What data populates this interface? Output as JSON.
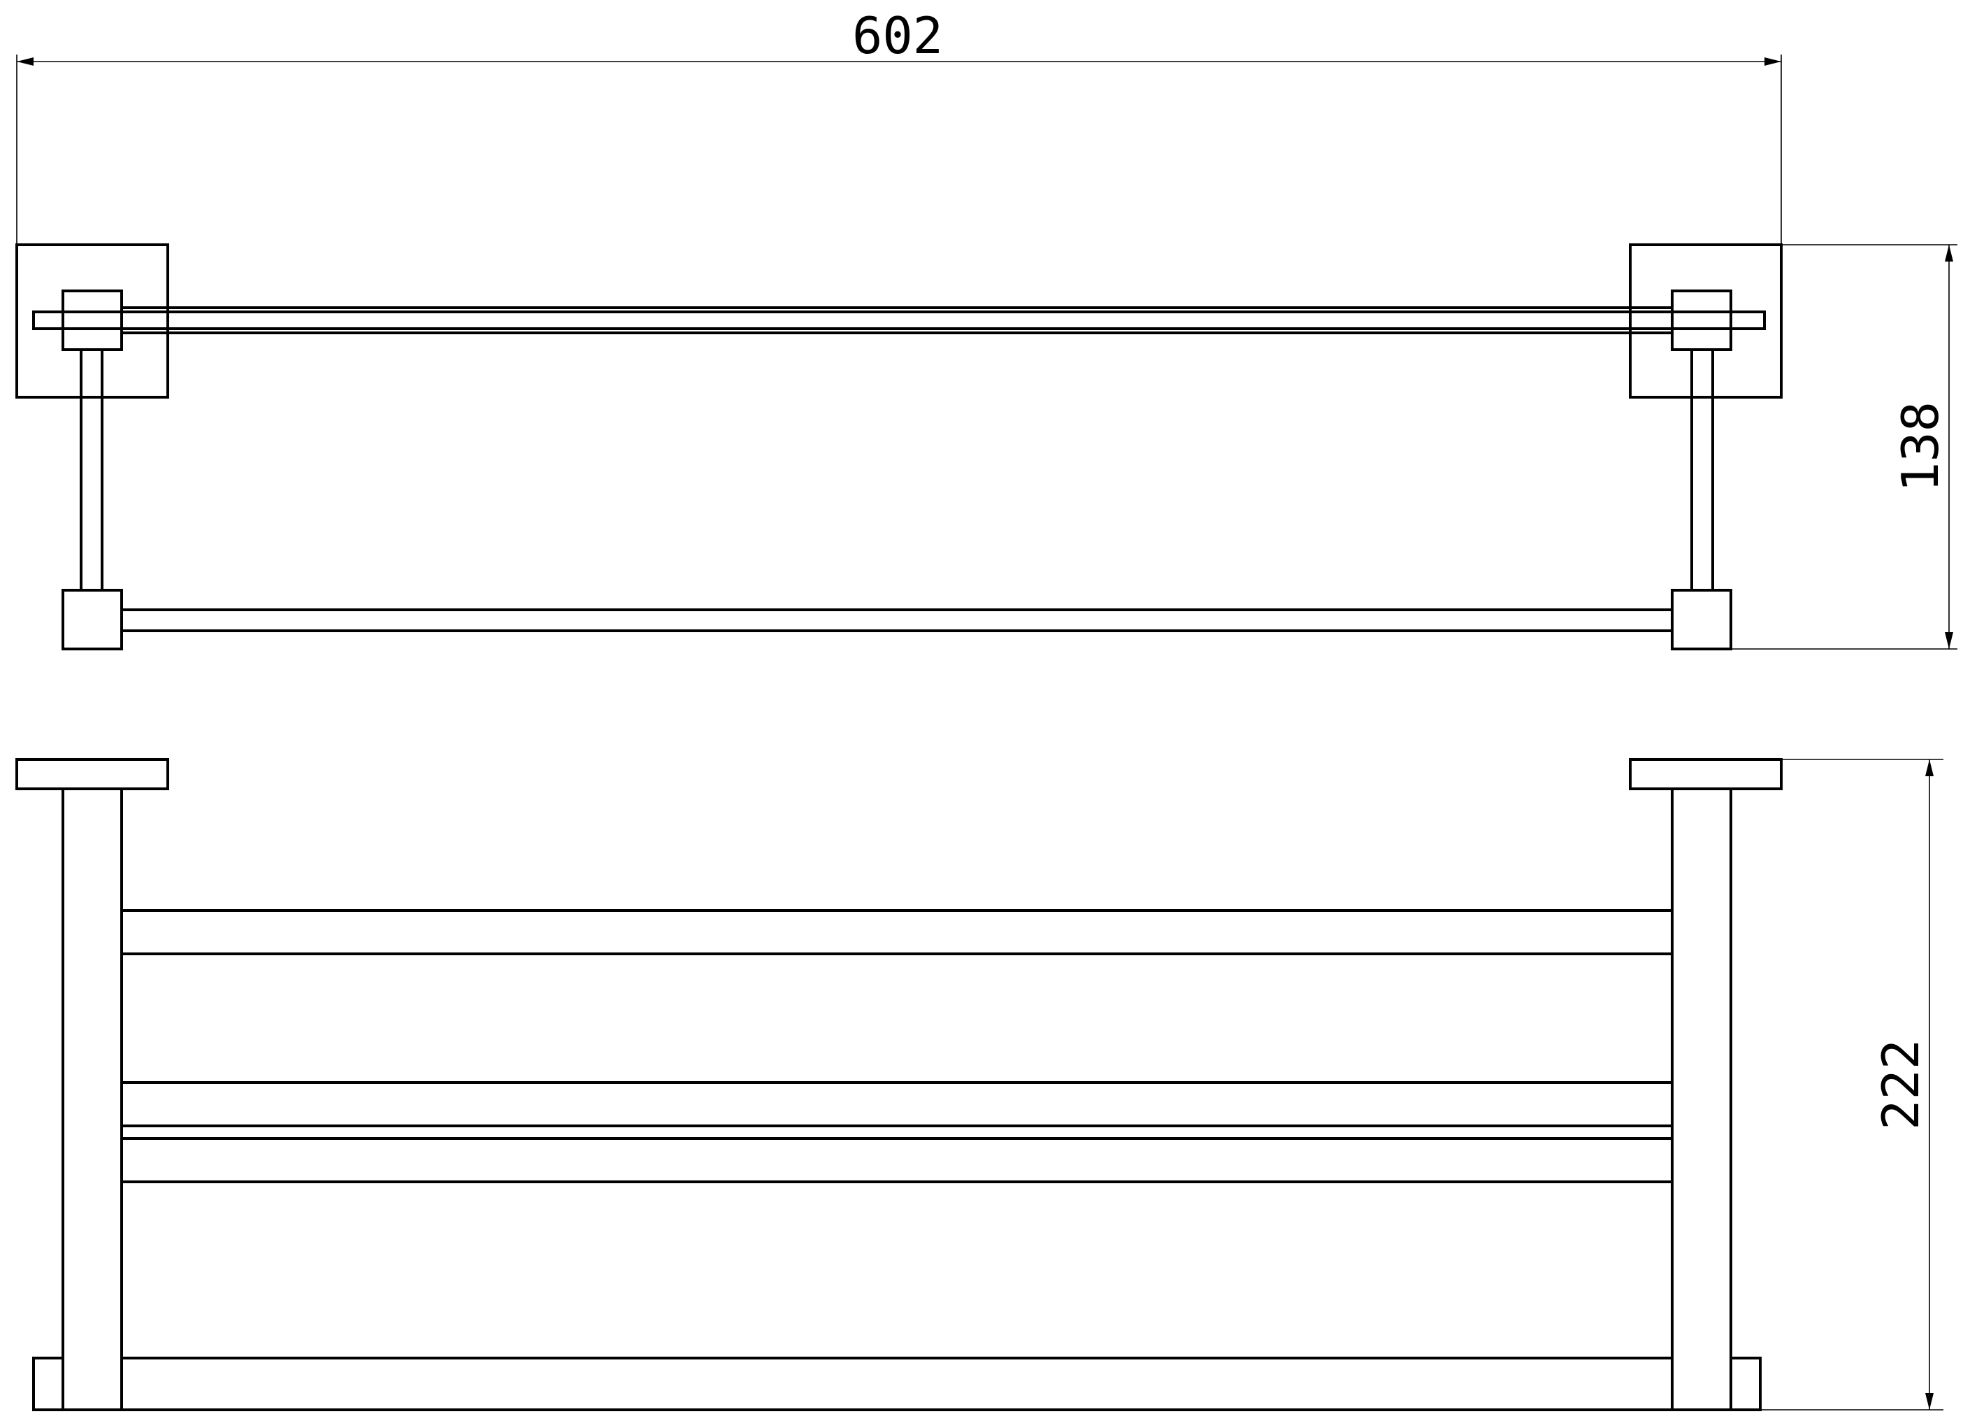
{
  "dimensions": {
    "width": "602",
    "top_view_depth": "138",
    "front_view_height": "222"
  },
  "colors": {
    "background": "#ffffff",
    "line": "#000000"
  }
}
